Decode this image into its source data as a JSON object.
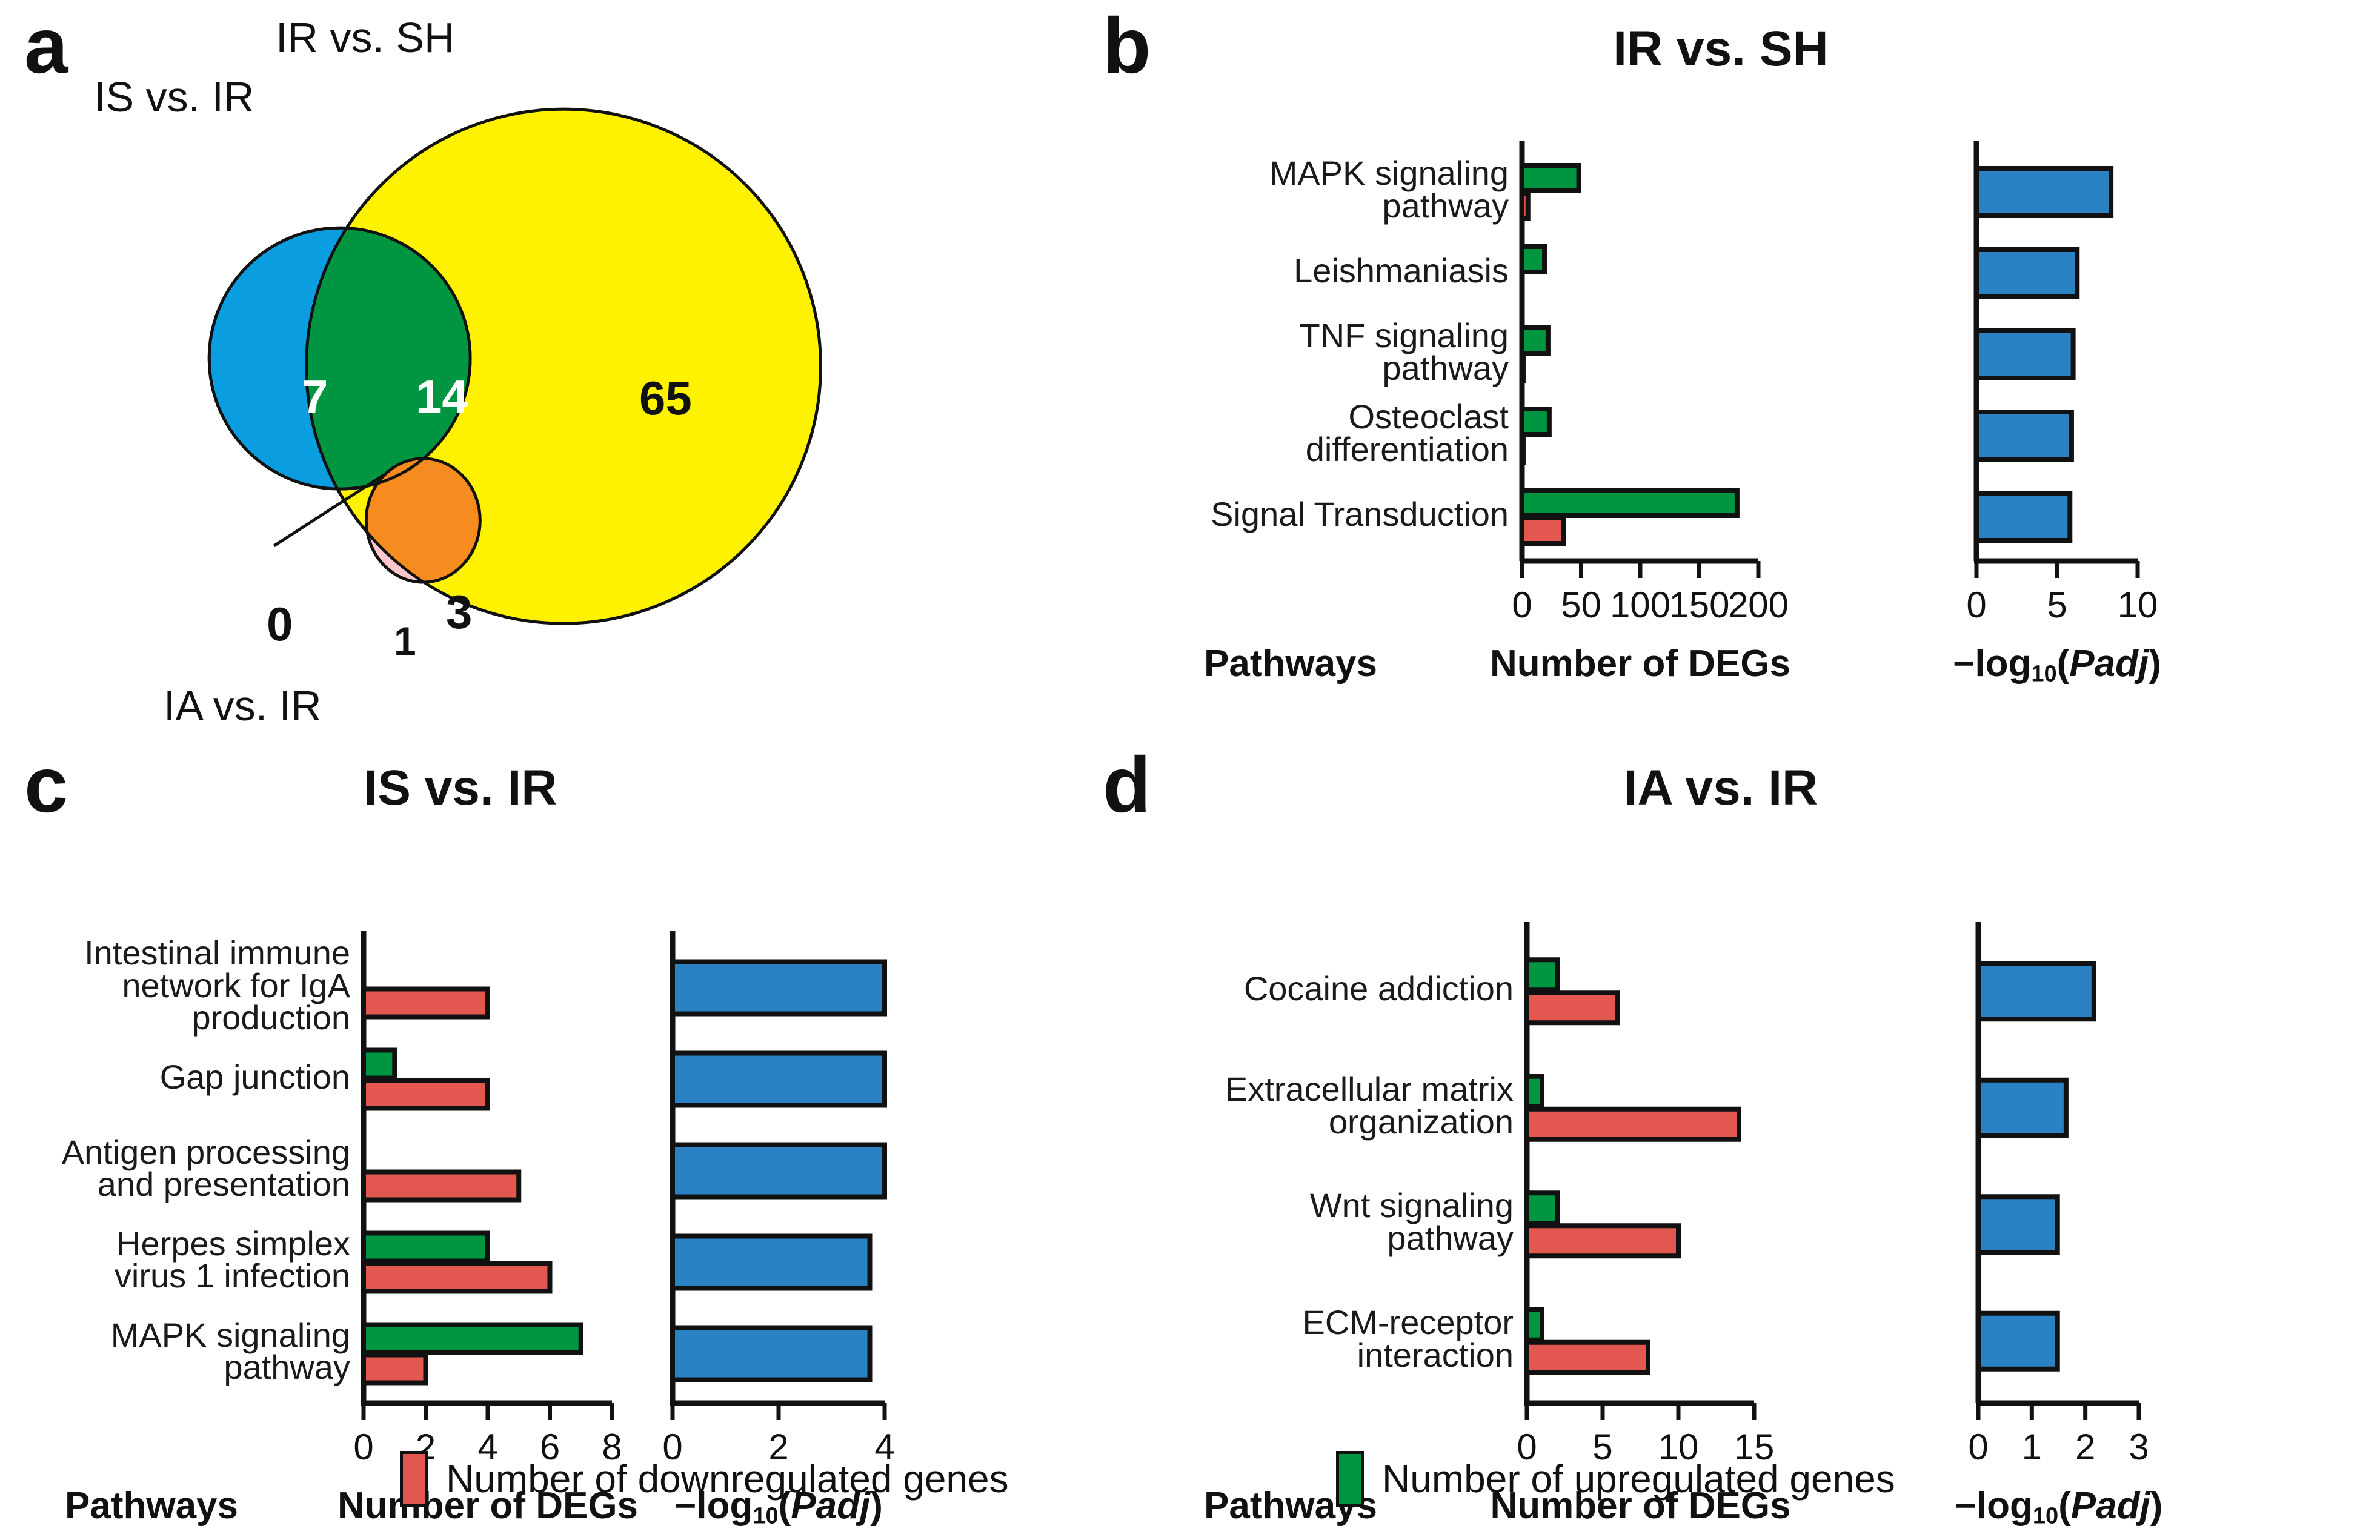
{
  "figure": {
    "panels": [
      "a",
      "b",
      "c",
      "d"
    ],
    "colors": {
      "up_green": "#009540",
      "down_red": "#e2574f",
      "padj_blue": "#2a82c4",
      "venn_blue": "#0a9de0",
      "venn_green": "#009540",
      "venn_yellow": "#fff200",
      "venn_orange": "#f68b1f",
      "venn_pink": "#ffc7cd",
      "outline": "#111111"
    }
  },
  "panel_a": {
    "letter": "a",
    "set_labels": {
      "is_vs_ir": "IS vs. IR",
      "ir_vs_sh": "IR vs. SH",
      "ia_vs_ir": "IA vs. IR"
    },
    "counts": {
      "is_only": "7",
      "is_and_ir": "14",
      "ir_only": "65",
      "ia_and_ir": "3",
      "ia_only": "1",
      "triple": "0"
    }
  },
  "panel_b": {
    "letter": "b",
    "title": "IR vs. SH",
    "axis_captions": {
      "pathways": "Pathways",
      "degs": "Number of DEGs",
      "padj_prefix": "−log",
      "padj_sub": "10",
      "padj_italic": "Padj"
    },
    "chart_data": {
      "type": "bar",
      "title": "IR vs. SH",
      "orientation": "horizontal",
      "categories": [
        "MAPK signaling\npathway",
        "Leishmaniasis",
        "TNF signaling\npathway",
        "Osteoclast\ndifferentiation",
        "Signal Transduction"
      ],
      "series": [
        {
          "name": "Number of upregulated genes",
          "color": "#009540",
          "values": [
            48,
            19,
            22,
            23,
            182
          ]
        },
        {
          "name": "Number of downregulated genes",
          "color": "#e2574f",
          "values": [
            5,
            0,
            1,
            1,
            35
          ]
        },
        {
          "name": "-log10(Padj)",
          "color": "#2a82c4",
          "values": [
            8.35,
            6.25,
            6.0,
            5.9,
            5.8
          ]
        }
      ],
      "xlabel_left": "Number of DEGs",
      "xlabel_right": "-log10(Padj)",
      "ylabel": "Pathways",
      "xlim_left": [
        0,
        200
      ],
      "xticks_left": [
        "0",
        "50",
        "100",
        "150",
        "200"
      ],
      "xlim_right": [
        0,
        10
      ],
      "xticks_right": [
        "0",
        "5",
        "10"
      ],
      "grid": false
    }
  },
  "panel_c": {
    "letter": "c",
    "title": "IS vs. IR",
    "axis_captions": {
      "pathways": "Pathways",
      "degs": "Number of DEGs",
      "padj_prefix": "−log",
      "padj_sub": "10",
      "padj_italic": "Padj"
    },
    "chart_data": {
      "type": "bar",
      "title": "IS vs. IR",
      "orientation": "horizontal",
      "categories": [
        "Intestinal immune\nnetwork for IgA\nproduction",
        "Gap junction",
        "Antigen processing\nand presentation",
        "Herpes simplex\nvirus 1 infection",
        "MAPK signaling\npathway"
      ],
      "series": [
        {
          "name": "Number of upregulated genes",
          "color": "#009540",
          "values": [
            0,
            1,
            0,
            4,
            7
          ]
        },
        {
          "name": "Number of downregulated genes",
          "color": "#e2574f",
          "values": [
            4,
            4,
            5,
            6,
            2
          ]
        },
        {
          "name": "-log10(Padj)",
          "color": "#2a82c4",
          "values": [
            4.0,
            4.0,
            4.0,
            3.72,
            3.72
          ]
        }
      ],
      "xlabel_left": "Number of DEGs",
      "xlabel_right": "-log10(Padj)",
      "ylabel": "Pathways",
      "xlim_left": [
        0,
        8
      ],
      "xticks_left": [
        "0",
        "2",
        "4",
        "6",
        "8"
      ],
      "xlim_right": [
        0,
        4
      ],
      "xticks_right": [
        "0",
        "2",
        "4"
      ],
      "grid": false
    }
  },
  "panel_d": {
    "letter": "d",
    "title": "IA vs. IR",
    "axis_captions": {
      "pathways": "Pathways",
      "degs": "Number of DEGs",
      "padj_prefix": "−log",
      "padj_sub": "10",
      "padj_italic": "Padj"
    },
    "chart_data": {
      "type": "bar",
      "title": "IA vs. IR",
      "orientation": "horizontal",
      "categories": [
        "Cocaine addiction",
        "Extracellular matrix\norganization",
        "Wnt signaling\npathway",
        "ECM-receptor\ninteraction"
      ],
      "series": [
        {
          "name": "Number of upregulated genes",
          "color": "#009540",
          "values": [
            2,
            1,
            2,
            1
          ]
        },
        {
          "name": "Number of downregulated genes",
          "color": "#e2574f",
          "values": [
            6,
            14,
            10,
            8
          ]
        },
        {
          "name": "-log10(Padj)",
          "color": "#2a82c4",
          "values": [
            2.16,
            1.64,
            1.48,
            1.48
          ]
        }
      ],
      "xlabel_left": "Number of DEGs",
      "xlabel_right": "-log10(Padj)",
      "ylabel": "Pathways",
      "xlim_left": [
        0,
        15
      ],
      "xticks_left": [
        "0",
        "5",
        "10",
        "15"
      ],
      "xlim_right": [
        0,
        3
      ],
      "xticks_right": [
        "0",
        "1",
        "2",
        "3"
      ],
      "grid": false
    }
  },
  "legend": {
    "down": {
      "label": "Number of downregulated genes",
      "color": "#e2574f"
    },
    "up": {
      "label": "Number of upregulated genes",
      "color": "#009540"
    }
  }
}
